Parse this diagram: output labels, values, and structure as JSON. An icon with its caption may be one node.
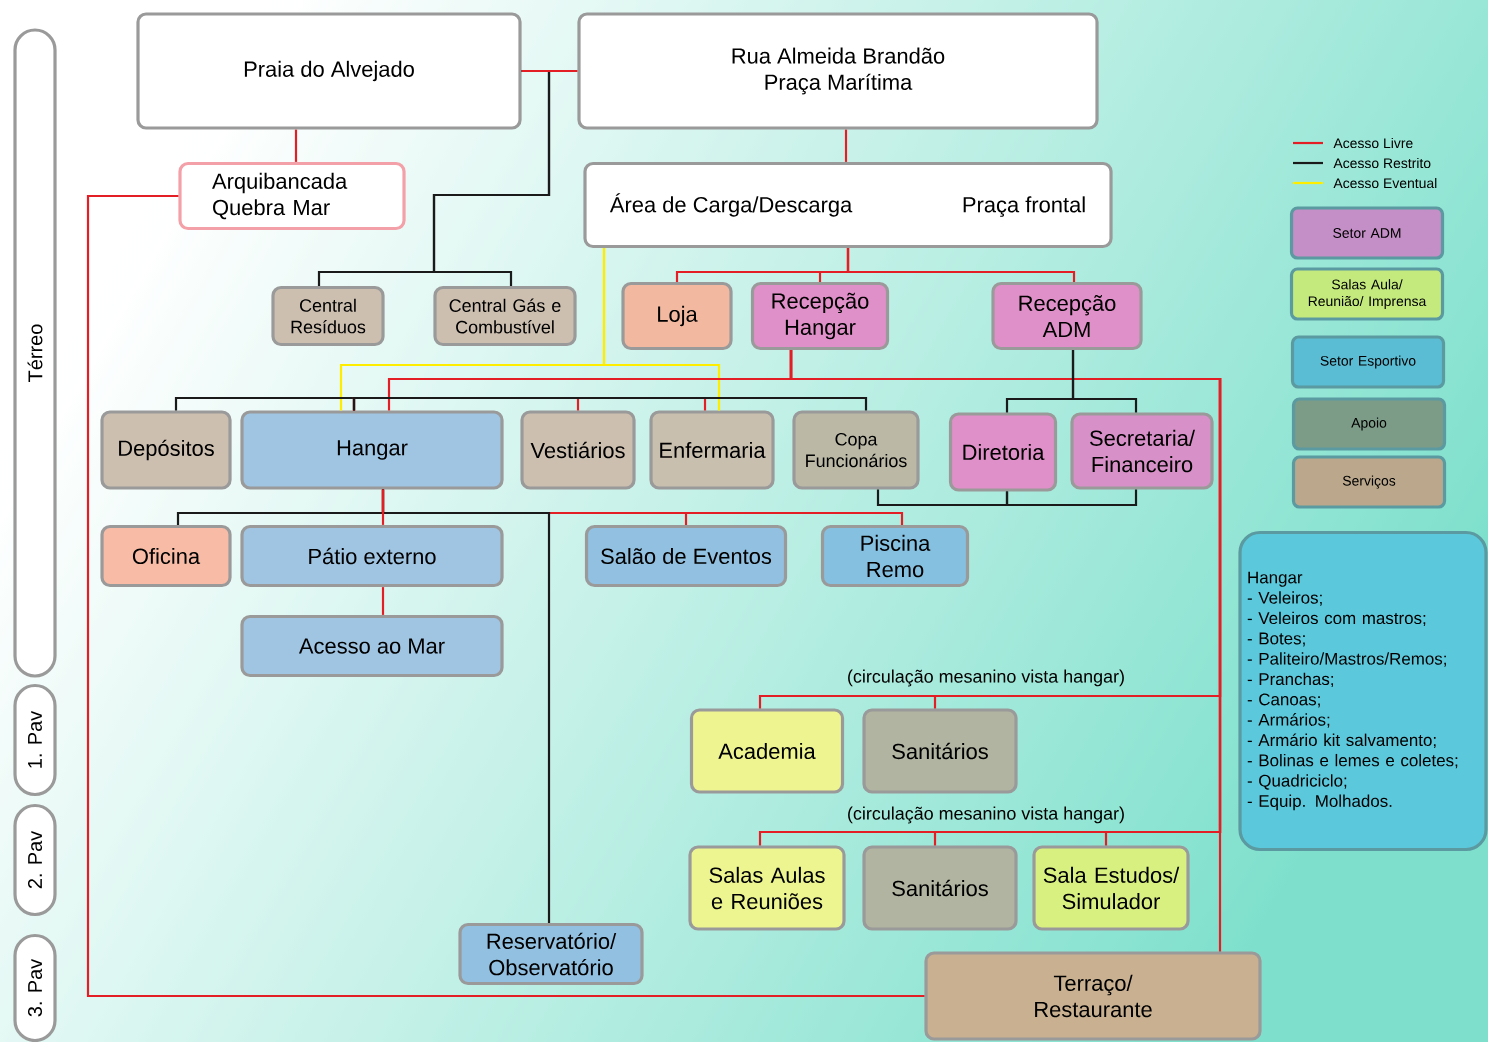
{
  "diagram": {
    "nodes": [
      {
        "text": [
          "Praia do Alvejado"
        ]
      },
      {
        "text": [
          "Rua Almeida Brandão",
          "Praça Marítima"
        ]
      },
      {
        "text": [
          "Arquibancada Quebra Mar"
        ]
      },
      {
        "text": [
          "Área de Carga/Descarga",
          "Praça frontal"
        ]
      },
      {
        "text": [
          "Central Resíduos"
        ]
      },
      {
        "text": [
          "Central Gás e Combustível"
        ]
      },
      {
        "text": [
          "Loja"
        ]
      },
      {
        "text": [
          "Recepção Hangar"
        ]
      },
      {
        "text": [
          "Recepção ADM"
        ]
      },
      {
        "text": [
          "Depósitos"
        ]
      },
      {
        "text": [
          "Hangar"
        ]
      },
      {
        "text": [
          "Vestiários"
        ]
      },
      {
        "text": [
          "Enfermaria"
        ]
      },
      {
        "text": [
          "Copa Funcionários"
        ]
      },
      {
        "text": [
          "Diretoria"
        ]
      },
      {
        "text": [
          "Secretaria/ Financeiro"
        ]
      },
      {
        "text": [
          "Oficina"
        ]
      },
      {
        "text": [
          "Pátio externo"
        ]
      },
      {
        "text": [
          "Salão de Eventos"
        ]
      },
      {
        "text": [
          "Piscina Remo"
        ]
      },
      {
        "text": [
          "Acesso ao Mar"
        ]
      },
      {
        "text": [
          "Academia"
        ]
      },
      {
        "text": [
          "Sanitários"
        ]
      },
      {
        "text": [
          "Salas Aulas e Reuniões"
        ]
      },
      {
        "text": [
          "Sanitários"
        ]
      },
      {
        "text": [
          "Sala Estudos/ Simulador"
        ]
      },
      {
        "text": [
          "Reservatório/ Observatório"
        ]
      },
      {
        "text": [
          "Terraço/ Restaurante"
        ]
      },
      {
        "text": [
          "Hangar",
          "- Veleiros;",
          "- Veleiros com mastros;",
          "- Botes;",
          "- Paliteiro/Mastros/Remos;",
          "- Pranchas;",
          "- Canoas;",
          "- Armários;",
          "- Armário kit salvamento;",
          "- Bolinas e lemes e coletes;",
          "- Quadriciclo;",
          "- Equip. Molhados."
        ]
      },
      {
        "text": [
          "Térreo"
        ]
      },
      {
        "text": [
          "1. Pav"
        ]
      },
      {
        "text": [
          "2. Pav"
        ]
      },
      {
        "text": [
          "3. Pav"
        ]
      }
    ],
    "edges": [
      {
        "from": 0,
        "to": 1,
        "arrow": "none"
      },
      {
        "from": 0,
        "to": 2,
        "arrow": "none"
      },
      {
        "from": 0,
        "to": 4,
        "arrow": "none",
        "color": "#1a1a1a"
      },
      {
        "from": 0,
        "to": 5,
        "arrow": "none",
        "color": "#1a1a1a"
      },
      {
        "from": 1,
        "to": 3,
        "arrow": "none"
      },
      {
        "from": 3,
        "to": 6,
        "arrow": "none"
      },
      {
        "from": 3,
        "to": 7,
        "arrow": "none"
      },
      {
        "from": 3,
        "to": 8,
        "arrow": "none"
      },
      {
        "from": 3,
        "to": 10,
        "arrow": "none",
        "color": "#ffed00"
      },
      {
        "from": 3,
        "to": 12,
        "arrow": "none",
        "color": "#ffed00"
      },
      {
        "from": 7,
        "to": 10,
        "arrow": "none"
      },
      {
        "from": 7,
        "to": 27,
        "arrow": "none"
      },
      {
        "from": 7,
        "to": 21,
        "arrow": "none"
      },
      {
        "from": 7,
        "to": 22,
        "arrow": "none"
      },
      {
        "from": 7,
        "to": 23,
        "arrow": "none"
      },
      {
        "from": 7,
        "to": 24,
        "arrow": "none"
      },
      {
        "from": 7,
        "to": 25,
        "arrow": "none"
      },
      {
        "from": 10,
        "to": 9,
        "arrow": "none",
        "color": "#1a1a1a"
      },
      {
        "from": 10,
        "to": 11,
        "arrow": "none"
      },
      {
        "from": 10,
        "to": 12,
        "arrow": "none"
      },
      {
        "from": 10,
        "to": 13,
        "arrow": "none",
        "color": "#1a1a1a"
      },
      {
        "from": 8,
        "to": 14,
        "arrow": "none",
        "color": "#1a1a1a"
      },
      {
        "from": 8,
        "to": 15,
        "arrow": "none",
        "color": "#1a1a1a"
      },
      {
        "from": 13,
        "to": 14,
        "arrow": "none",
        "color": "#1a1a1a"
      },
      {
        "from": 14,
        "to": 15,
        "arrow": "none",
        "color": "#1a1a1a"
      },
      {
        "from": 10,
        "to": 16,
        "arrow": "none",
        "color": "#1a1a1a"
      },
      {
        "from": 10,
        "to": 17,
        "arrow": "none"
      },
      {
        "from": 10,
        "to": 18,
        "arrow": "none"
      },
      {
        "from": 10,
        "to": 19,
        "arrow": "none"
      },
      {
        "from": 10,
        "to": 26,
        "arrow": "none",
        "color": "#1a1a1a"
      },
      {
        "from": 17,
        "to": 20,
        "arrow": "none"
      },
      {
        "from": 2,
        "to": 27,
        "arrow": "none"
      }
    ],
    "labels": [
      "(circulação mesanino vista hangar)",
      "(circulação mesanino vista hangar)"
    ],
    "legend": [
      {
        "text": "Acesso Livre"
      },
      {
        "text": "Acesso Restrito"
      },
      {
        "text": "Acesso Eventual"
      },
      {
        "text": "Setor ADM",
        "color": "#c48ec6"
      },
      {
        "text": "Salas Aula/ Reunião/ Imprensa",
        "color": "#c4ea7e"
      },
      {
        "text": "Setor Esportivo",
        "color": "#5bbdd4"
      },
      {
        "text": "Apoio",
        "color": "#7c9c88"
      },
      {
        "text": "Serviços",
        "color": "#bba88c"
      }
    ]
  }
}
